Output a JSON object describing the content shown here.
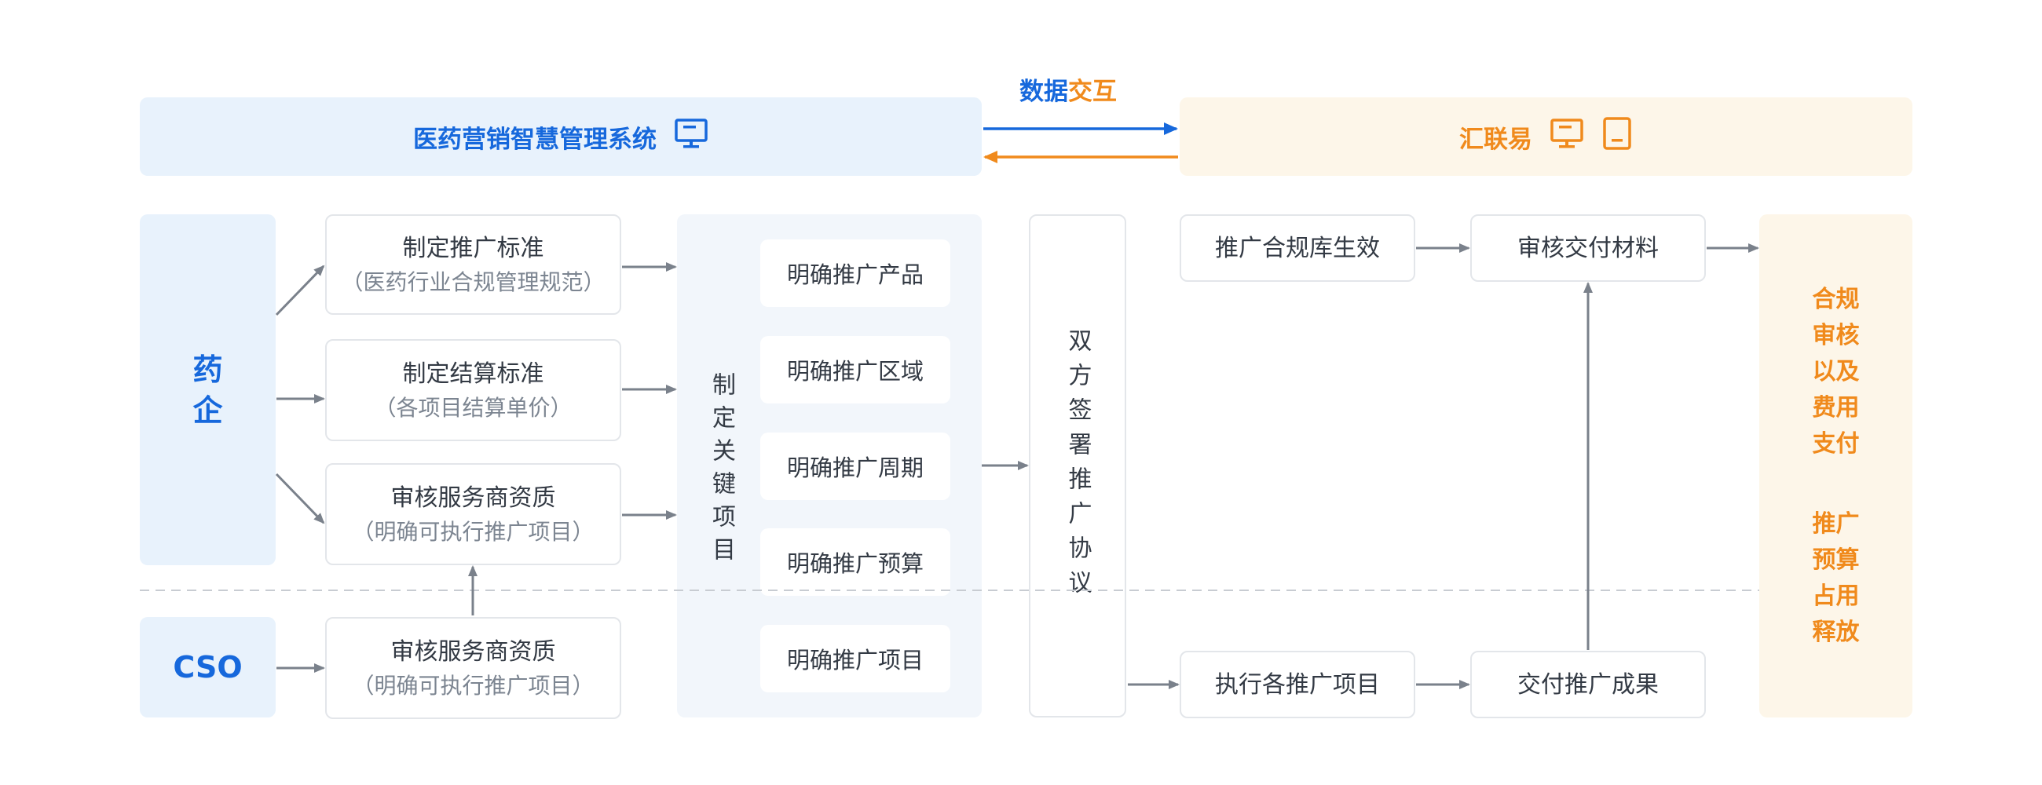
{
  "exchange": {
    "label_part1": "数据",
    "label_part2": "交互"
  },
  "left_system": {
    "title": "医药营销智慧管理系统",
    "icon": "monitor-icon"
  },
  "right_system": {
    "title": "汇联易",
    "icons": [
      "monitor-icon",
      "tablet-icon"
    ]
  },
  "actors": {
    "pharma": "药\n企",
    "cso": "CSO"
  },
  "standards": [
    {
      "title": "制定推广标准",
      "subtitle": "（医药行业合规管理规范）"
    },
    {
      "title": "制定结算标准",
      "subtitle": "（各项目结算单价）"
    },
    {
      "title": "审核服务商资质",
      "subtitle": "（明确可执行推广项目）"
    }
  ],
  "cso_node": {
    "title": "审核服务商资质",
    "subtitle": "（明确可执行推广项目）"
  },
  "key_items": {
    "label": "制定关键项目",
    "items": [
      "明确推广产品",
      "明确推广区域",
      "明确推广周期",
      "明确推广预算",
      "明确推广项目"
    ]
  },
  "agreement": {
    "label": "双方签署推广协议"
  },
  "flow_top": [
    "推广合规库生效",
    "审核交付材料"
  ],
  "flow_bottom": [
    "执行各推广项目",
    "交付推广成果"
  ],
  "result": {
    "group1": [
      "合规",
      "审核",
      "以及",
      "费用",
      "支付"
    ],
    "group2": [
      "推广",
      "预算",
      "占用",
      "释放"
    ]
  },
  "colors": {
    "blue": "#1668dc",
    "orange": "#f08a1c",
    "arrow_gray": "#7a818b",
    "dash": "#c8ccd2"
  }
}
